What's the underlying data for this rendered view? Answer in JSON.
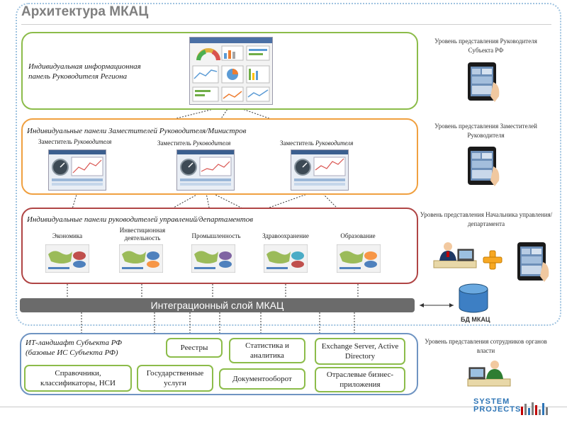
{
  "title": "Архитектура МКАЦ",
  "panels": {
    "top": {
      "text_line1": "Индивидуальная информационная",
      "text_line2": "панель Руководителя Региона"
    },
    "deputies": {
      "heading": "Индивидуальные панели Заместителей Руководителя/Министров",
      "labels": [
        "Заместитель",
        "Заместитель",
        "Заместитель"
      ],
      "labels_italic": [
        "Руководителя",
        "Руководителя",
        "Руководителя"
      ]
    },
    "heads": {
      "heading": "Индивидуальные панели руководителей управлений/департаментов",
      "categories": [
        "Экономика",
        "Инвестиционная деятельность",
        "Промышленность",
        "Здравоохранение",
        "Образование"
      ]
    }
  },
  "integration_layer": "Интеграционный слой МКАЦ",
  "db_label": "БД МКАЦ",
  "it_landscape": {
    "title_line1": "ИТ-ландшафт Субъекта РФ",
    "title_line2": "(базовые ИС Субъекта РФ)",
    "boxes": {
      "registries": "Реестры",
      "statistics": "Статистика и аналитика",
      "exchange": "Exchange Server, Active Directory",
      "references": "Справочники, классификаторы, НСИ",
      "gov_services": "Государственные услуги",
      "docflow": "Документооборот",
      "industry_apps": "Отраслевые бизнес-приложения"
    }
  },
  "levels": [
    "Уровень представления Руководителя Субъекта РФ",
    "Уровень представления Заместителей Руководителя",
    "Уровень представления Начальника управления/департамента",
    "Уровень представления сотрудников органов власти"
  ],
  "logo": {
    "line1": "SYSTEM",
    "line2": "PROJECTS"
  },
  "icons": [
    "tablet-icon",
    "user-at-desk-icon",
    "plus-icon",
    "database-icon",
    "dashboard-screenshot-icon",
    "map-screenshot-icon"
  ],
  "colors": {
    "green": "#8cbc4a",
    "orange": "#f0a040",
    "red": "#b04545",
    "blue": "#6f94c2",
    "integration": "#6b6b6b"
  }
}
